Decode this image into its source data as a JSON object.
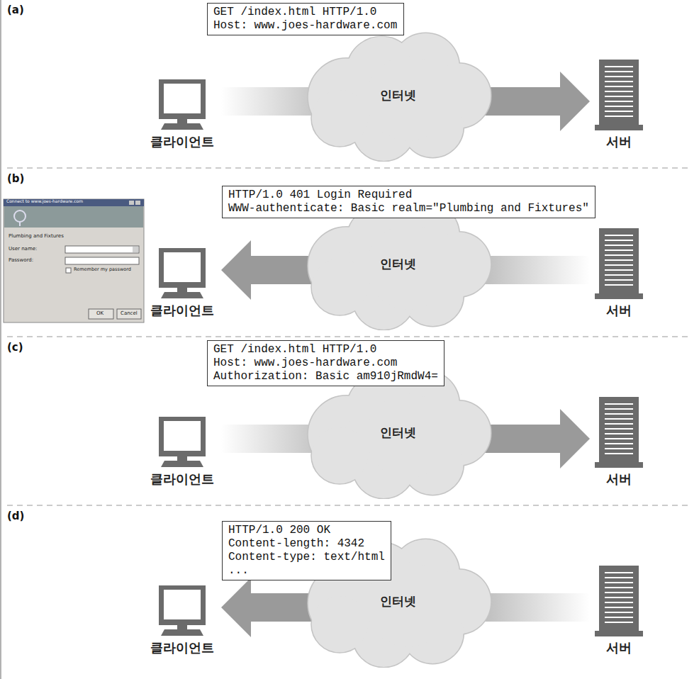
{
  "diagram": {
    "nodes": [
      {
        "text": [
          "GET /index.html HTTP/1.0",
          "Host: www.joes-hardware.com"
        ]
      },
      {
        "text": [
          "클라이언트"
        ]
      },
      {
        "text": [
          "인터넷"
        ]
      },
      {
        "text": [
          "서버"
        ]
      },
      {
        "text": [
          "HTTP/1.0 401 Login Required",
          "WWW-authenticate: Basic realm=\"Plumbing and Fixtures\""
        ]
      },
      {
        "text": [
          "클라이언트"
        ]
      },
      {
        "text": [
          "인터넷"
        ]
      },
      {
        "text": [
          "서버"
        ]
      },
      {
        "text": [
          "GET /index.html HTTP/1.0",
          "Host: www.joes-hardware.com",
          "Authorization: Basic am910jRmdW4="
        ]
      },
      {
        "text": [
          "클라이언트"
        ]
      },
      {
        "text": [
          "인터넷"
        ]
      },
      {
        "text": [
          "서버"
        ]
      },
      {
        "text": [
          "HTTP/1.0 200 OK",
          "Content-length: 4342",
          "Content-type: text/html",
          "..."
        ]
      },
      {
        "text": [
          "클라이언트"
        ]
      },
      {
        "text": [
          "인터넷"
        ]
      },
      {
        "text": [
          "서버"
        ]
      }
    ],
    "edges": [
      {
        "from": 1,
        "to": 3,
        "arrow": "to"
      },
      {
        "from": 7,
        "to": 5,
        "arrow": "to"
      },
      {
        "from": 9,
        "to": 11,
        "arrow": "to"
      },
      {
        "from": 15,
        "to": 13,
        "arrow": "to"
      }
    ],
    "labels": [
      "(a)",
      "(b)",
      "Connect to www.joes-hardware.com",
      "Plumbing and Fixtures",
      "User name:",
      "Password:",
      "Remember my password",
      "OK",
      "Cancel",
      "(c)",
      "(d)"
    ]
  }
}
